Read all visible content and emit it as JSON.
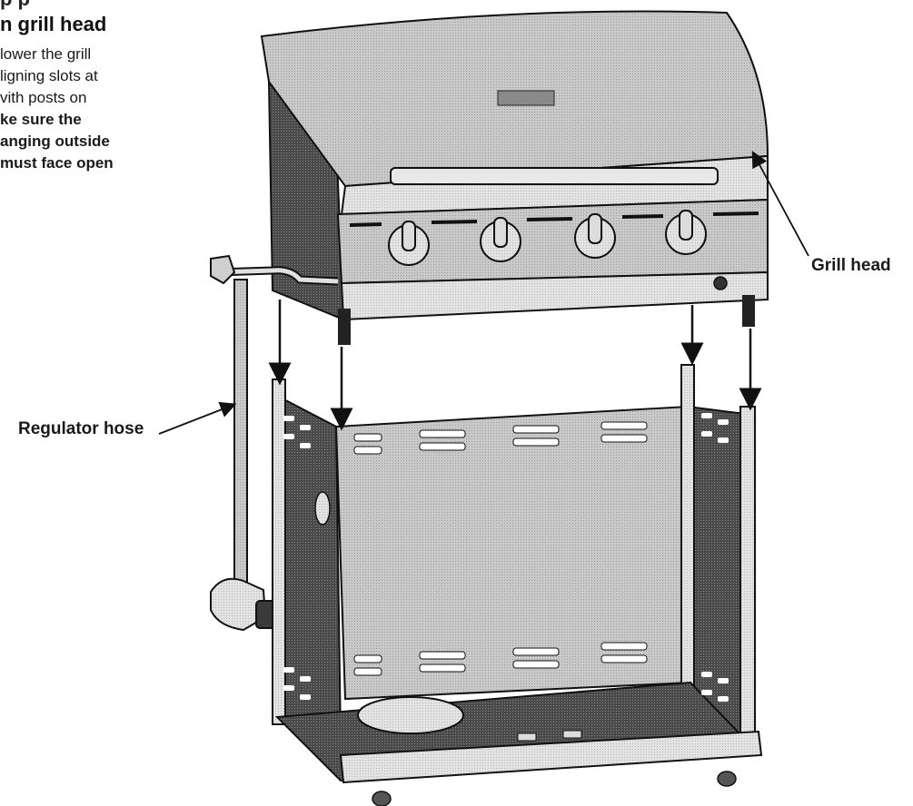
{
  "step": {
    "heading_cut": "p    p",
    "heading": "n grill head",
    "lines": [
      "lower the grill",
      "ligning slots at",
      "vith posts on",
      "ke sure the",
      "anging outside",
      "must face open"
    ]
  },
  "callouts": {
    "grill_head": "Grill head",
    "regulator_hose": "Regulator hose"
  },
  "colors": {
    "line": "#111111",
    "panel": "#bdbdbd",
    "panel_dark": "#3a3a3a",
    "steel": "#d6d6d6"
  }
}
